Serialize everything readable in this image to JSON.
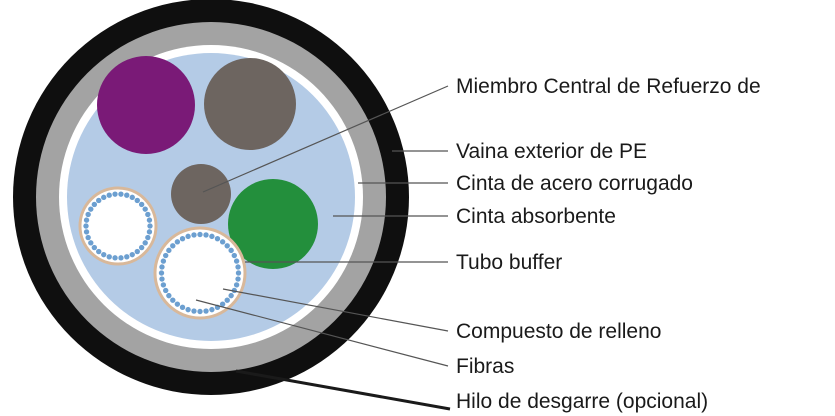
{
  "diagram": {
    "colors": {
      "outer_jacket": "#0f0f0f",
      "armor_tape": "#a3a3a3",
      "absorbent_tape": "#ffffff",
      "filling": "#b4cbe6",
      "fiber_dot": "#6c9fd0",
      "core_brown": "#6d6560",
      "core_purple": "#7a1a77",
      "core_green": "#238f3c",
      "leader_line": "#555555"
    },
    "labels": [
      {
        "id": "central-strength-member",
        "text": "Miembro Central de Refuerzo de"
      },
      {
        "id": "pe-outer-sheath",
        "text": "Vaina exterior de PE"
      },
      {
        "id": "corrugated-steel-tape",
        "text": "Cinta de acero corrugado"
      },
      {
        "id": "absorbent-tape",
        "text": "Cinta absorbente"
      },
      {
        "id": "buffer-tube",
        "text": "Tubo buffer"
      },
      {
        "id": "filling-compound",
        "text": "Compuesto de relleno"
      },
      {
        "id": "fibers",
        "text": "Fibras"
      },
      {
        "id": "ripcord",
        "text": "Hilo de desgarre (opcional)"
      }
    ]
  }
}
